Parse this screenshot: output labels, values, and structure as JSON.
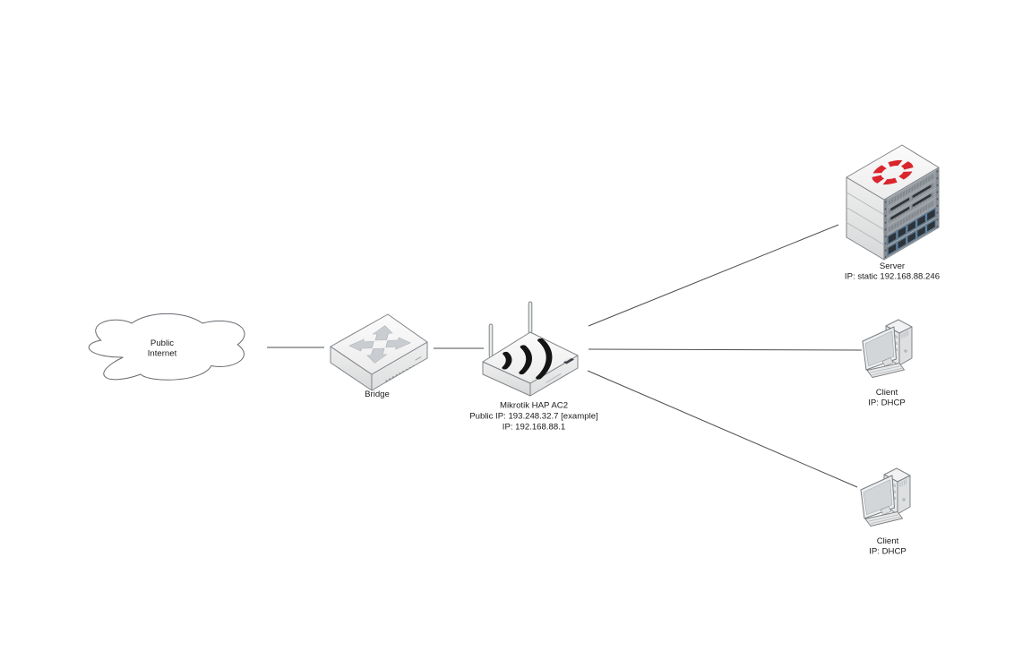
{
  "diagram": {
    "nodes": {
      "internet": {
        "line1": "Public",
        "line2": "Internet"
      },
      "bridge": {
        "label": "Bridge"
      },
      "router": {
        "line1": "Mikrotik HAP AC2",
        "line2": "Public IP: 193.248.32.7 [example]",
        "line3": "IP: 192.168.88.1"
      },
      "server": {
        "line1": "Server",
        "line2": "IP: static 192.168.88.246"
      },
      "client_top": {
        "line1": "Client",
        "line2": "IP: DHCP"
      },
      "client_bottom": {
        "line1": "Client",
        "line2": "IP: DHCP"
      }
    },
    "edges": [
      {
        "from": "internet",
        "to": "bridge"
      },
      {
        "from": "bridge",
        "to": "router"
      },
      {
        "from": "router",
        "to": "server"
      },
      {
        "from": "router",
        "to": "client_top"
      },
      {
        "from": "router",
        "to": "client_bottom"
      }
    ],
    "colors": {
      "background": "#ffffff",
      "edge": "#4d4d4d",
      "outline": "#7f8489",
      "text": "#1a1a1a",
      "wifi": "#141414",
      "logo_red": "#d9252d",
      "module_blue": "#5b87ab"
    }
  }
}
